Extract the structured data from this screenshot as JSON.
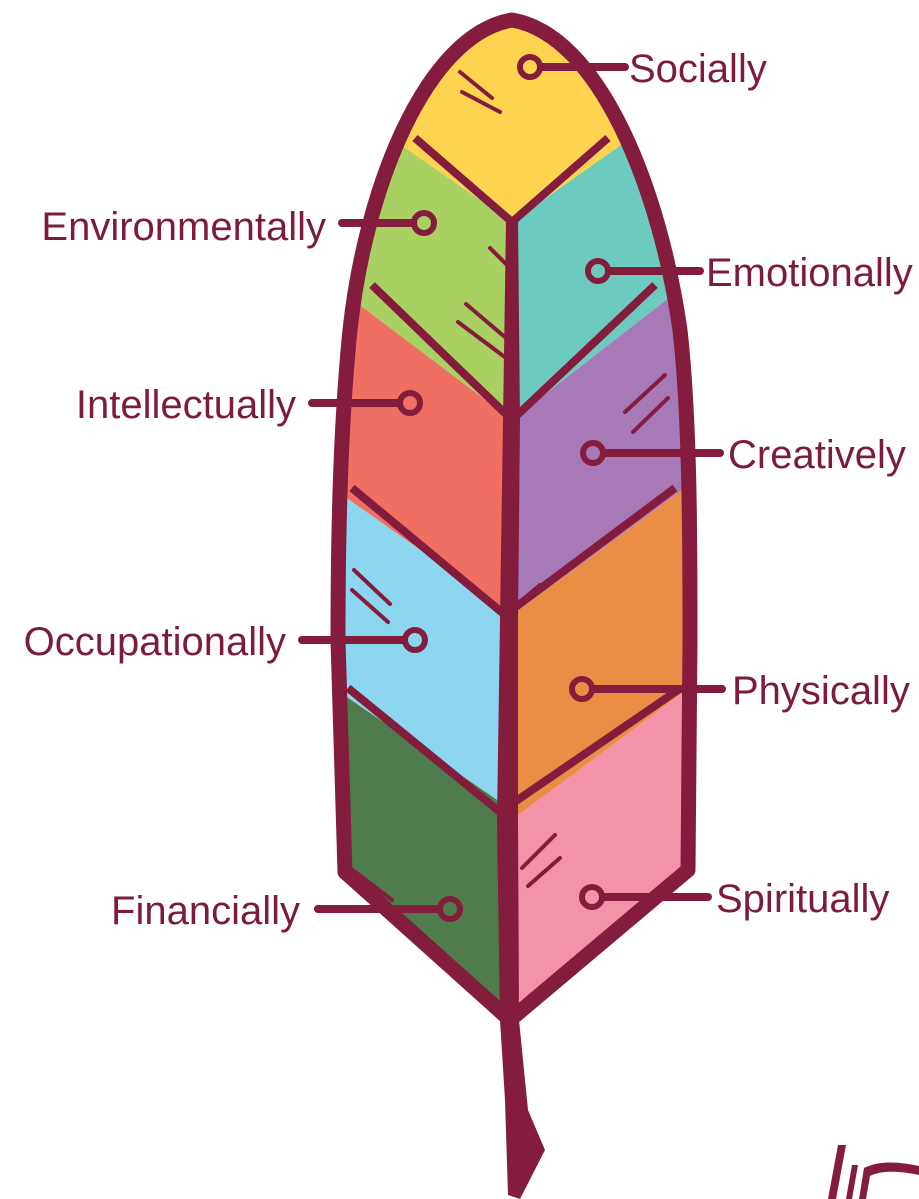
{
  "diagram": {
    "outline_color": "#841c3e",
    "label_color": "#7d1a3f",
    "segments": [
      {
        "id": "socially",
        "label": "Socially",
        "color": "#fed350"
      },
      {
        "id": "environmentally",
        "label": "Environmentally",
        "color": "#a9d161"
      },
      {
        "id": "emotionally",
        "label": "Emotionally",
        "color": "#6dcabe"
      },
      {
        "id": "intellectually",
        "label": "Intellectually",
        "color": "#f06f63"
      },
      {
        "id": "creatively",
        "label": "Creatively",
        "color": "#a879b7"
      },
      {
        "id": "occupationally",
        "label": "Occupationally",
        "color": "#8dd6ef"
      },
      {
        "id": "physically",
        "label": "Physically",
        "color": "#ea8d45"
      },
      {
        "id": "financially",
        "label": "Financially",
        "color": "#4e7c4d"
      },
      {
        "id": "spiritually",
        "label": "Spiritually",
        "color": "#f393aa"
      }
    ]
  }
}
